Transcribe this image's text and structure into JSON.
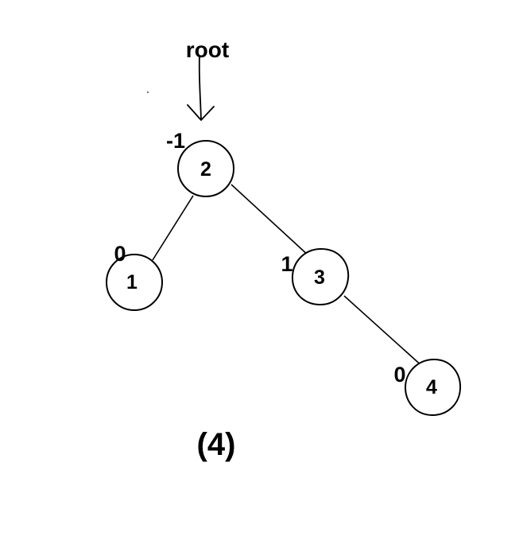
{
  "root_label": "root",
  "nodes": [
    {
      "id": "n2",
      "value": "2",
      "balance": "-1"
    },
    {
      "id": "n1",
      "value": "1",
      "balance": "0"
    },
    {
      "id": "n3",
      "value": "3",
      "balance": "1"
    },
    {
      "id": "n4",
      "value": "4",
      "balance": "0"
    }
  ],
  "edges": [
    {
      "from": "n2",
      "to": "n1"
    },
    {
      "from": "n2",
      "to": "n3"
    },
    {
      "from": "n3",
      "to": "n4"
    }
  ],
  "caption": "(4)"
}
